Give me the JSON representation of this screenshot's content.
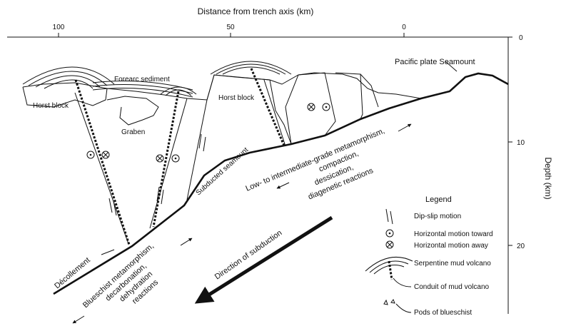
{
  "top_axis": {
    "title": "Distance from trench axis (km)",
    "ticks": [
      "100",
      "50",
      "0"
    ]
  },
  "right_axis": {
    "title": "Depth (km)",
    "ticks": [
      "0",
      "10",
      "20"
    ]
  },
  "labels": {
    "pacific_plate_seamount": "Pacific plate Seamount",
    "forearc_sediment": "Forearc sediment",
    "horst_block_left": "Horst block",
    "horst_block_center": "Horst block",
    "graben": "Graben",
    "subducted_seamount": "Subducted seamount",
    "low_grade_lines": [
      "Low- to intermediate-grade metamorphism,",
      "compaction,",
      "dessication,",
      "diagenetic reactions"
    ],
    "decollement": "Décollement",
    "blueschist_lines": [
      "Blueschist metamorphism,",
      "decarbonation,",
      "dehydration",
      "reactions"
    ],
    "direction_of_subduction": "Direction of subduction"
  },
  "legend": {
    "title": "Legend",
    "items": [
      {
        "icon": "dip-slip-arrows-icon",
        "label": "Dip-slip motion"
      },
      {
        "icon": "dot-circle-icon",
        "label": "Horizontal motion toward"
      },
      {
        "icon": "cross-circle-icon",
        "label": "Horizontal motion away"
      },
      {
        "icon": "mud-volcano-icon",
        "label": "Serpentine mud volcano"
      },
      {
        "icon": "conduit-icon",
        "label": "Conduit of mud volcano"
      },
      {
        "icon": "blueschist-pods-icon",
        "label": "Pods of blueschist"
      }
    ]
  }
}
